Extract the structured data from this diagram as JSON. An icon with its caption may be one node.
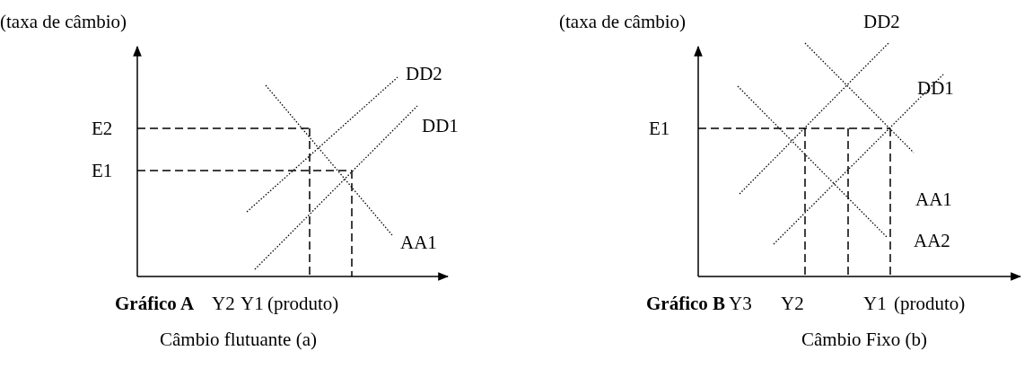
{
  "diagram": {
    "labels": [
      "(taxa de câmbio)",
      "DD2",
      "E2",
      "DD1",
      "E1",
      "AA1",
      "Gráfico A",
      "Y2",
      "Y1",
      "(produto)",
      "Câmbio flutuante (a)",
      "(taxa de câmbio)",
      "DD2",
      "DD1",
      "E1",
      "AA1",
      "AA2",
      "Gráfico B",
      "Y3",
      "Y2",
      "Y1",
      "(produto)",
      "Câmbio Fixo (b)"
    ]
  }
}
